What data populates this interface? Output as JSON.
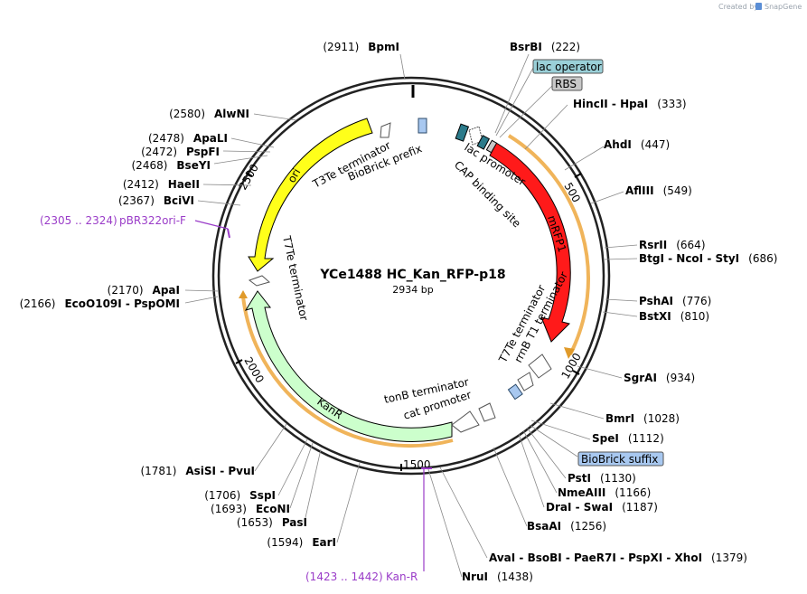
{
  "credit": {
    "created_by": "Created by",
    "brand": "SnapGene"
  },
  "plasmid": {
    "name": "YCe1488 HC_Kan_RFP-p18",
    "length": "2934 bp"
  },
  "ticks": [
    "500",
    "1000",
    "1500",
    "2000",
    "2500"
  ],
  "sites_right": [
    {
      "name": "BsrBI",
      "pos": "(222)"
    },
    {
      "name": "HincII  -  HpaI",
      "pos": "(333)"
    },
    {
      "name": "AhdI",
      "pos": "(447)"
    },
    {
      "name": "AflIII",
      "pos": "(549)"
    },
    {
      "name": "RsrII",
      "pos": "(664)"
    },
    {
      "name": "BtgI  -  NcoI  -  StyI",
      "pos": "(686)"
    },
    {
      "name": "PshAI",
      "pos": "(776)"
    },
    {
      "name": "BstXI",
      "pos": "(810)"
    },
    {
      "name": "SgrAI",
      "pos": "(934)"
    },
    {
      "name": "BmrI",
      "pos": "(1028)"
    },
    {
      "name": "SpeI",
      "pos": "(1112)"
    },
    {
      "name": "PstI",
      "pos": "(1130)"
    },
    {
      "name": "NmeAIII",
      "pos": "(1166)"
    },
    {
      "name": "DraI  -  SwaI",
      "pos": "(1187)"
    },
    {
      "name": "BsaAI",
      "pos": "(1256)"
    },
    {
      "name": "AvaI  -  BsoBI  -  PaeR7I  -  PspXI  -  XhoI",
      "pos": "(1379)"
    },
    {
      "name": "NruI",
      "pos": "(1438)"
    }
  ],
  "sites_left": [
    {
      "name": "BpmI",
      "pos": "(2911)"
    },
    {
      "name": "AlwNI",
      "pos": "(2580)"
    },
    {
      "name": "ApaLI",
      "pos": "(2478)"
    },
    {
      "name": "PspFI",
      "pos": "(2472)"
    },
    {
      "name": "BseYI",
      "pos": "(2468)"
    },
    {
      "name": "HaeII",
      "pos": "(2412)"
    },
    {
      "name": "BciVI",
      "pos": "(2367)"
    },
    {
      "name": "ApaI",
      "pos": "(2170)"
    },
    {
      "name": "EcoO109I  -  PspOMI",
      "pos": "(2166)"
    },
    {
      "name": "AsiSI  -  PvuI",
      "pos": "(1781)"
    },
    {
      "name": "SspI",
      "pos": "(1706)"
    },
    {
      "name": "EcoNI",
      "pos": "(1693)"
    },
    {
      "name": "PasI",
      "pos": "(1653)"
    },
    {
      "name": "EarI",
      "pos": "(1594)"
    }
  ],
  "primers": [
    {
      "range": "(2305 .. 2324)",
      "name": "pBR322ori-F"
    },
    {
      "range": "(1423 .. 1442)",
      "name": "Kan-R"
    }
  ],
  "boxed_features": [
    "lac operator",
    "RBS",
    "BioBrick suffix"
  ],
  "features": {
    "lac_promoter": "lac promoter",
    "cap": "CAP binding site",
    "mrfp1": "mRFP1",
    "t7te_r": "T7Te terminator",
    "rrnb": "rrnB T1 terminator",
    "tonb": "tonB terminator",
    "cat": "cat promoter",
    "kanr": "KanR",
    "t7te_l": "T7Te terminator",
    "ori": "ori",
    "t3te": "T3Te terminator",
    "biobrick_prefix": "BioBrick prefix"
  },
  "colors": {
    "backbone": "#222222",
    "mrfp1": "#ff1a1a",
    "kanr": "#ccffcc",
    "ori": "#ffff1a",
    "orf_halo": "#f0b45a",
    "primer": "#9a3cc8",
    "lac_operator": "#9ad0d8",
    "rbs": "#c8c8c8",
    "biobrick": "#a8c8f0",
    "promoter_blue": "#2b7a8a"
  }
}
